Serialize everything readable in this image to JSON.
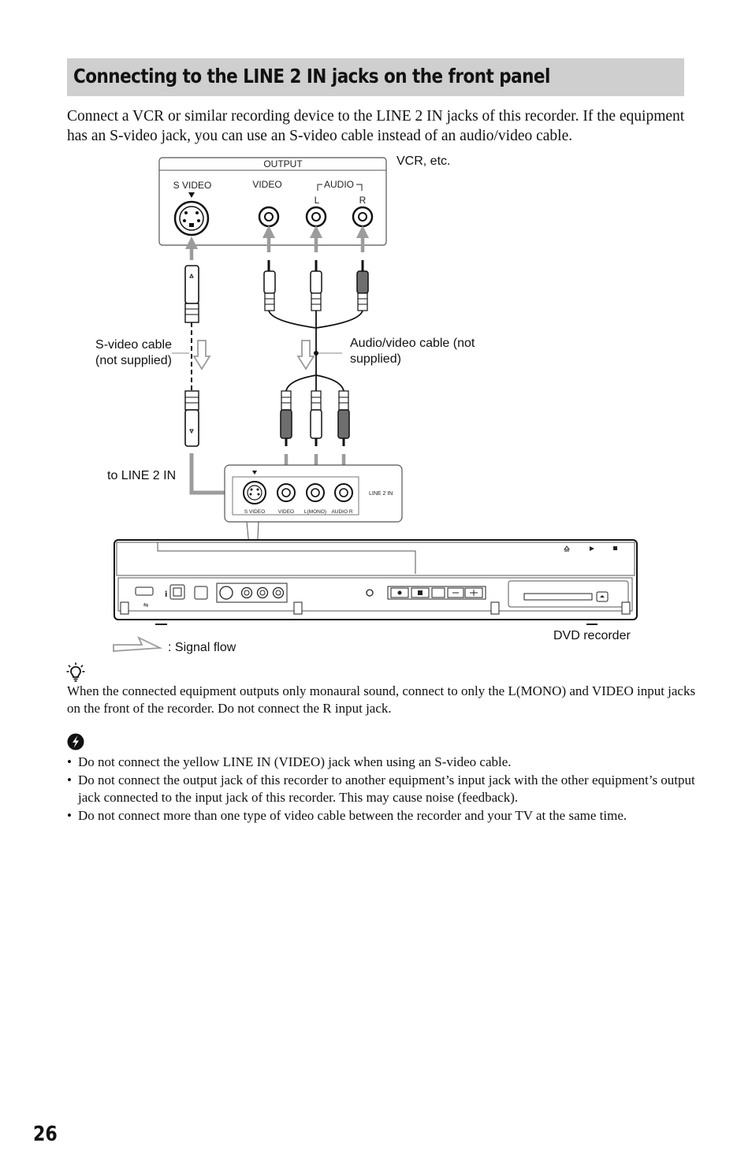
{
  "section": {
    "heading": "Connecting to the LINE 2 IN jacks on the front panel",
    "intro": "Connect a VCR or similar recording device to the LINE 2 IN jacks of this recorder. If the equipment has an S-video jack, you can use an S-video cable instead of an audio/video cable."
  },
  "figure": {
    "vcr_label": "VCR, etc.",
    "output_panel": {
      "title": "OUTPUT",
      "svideo": "S VIDEO",
      "video": "VIDEO",
      "audio": "AUDIO",
      "left": "L",
      "right": "R"
    },
    "svideo_cable_label": "S-video cable (not supplied)",
    "av_cable_label": "Audio/video cable (not supplied)",
    "to_line2_label": "to LINE 2 IN",
    "front_panel": {
      "title": "LINE 2 IN",
      "svideo": "S VIDEO",
      "video": "VIDEO",
      "lmono": "L(MONO)",
      "audio_r": "AUDIO  R"
    },
    "dvd_label": "DVD recorder",
    "signal_flow_label": ": Signal flow"
  },
  "colors": {
    "heading_bar": "#cfcfcf",
    "arrow_gray": "#a0a0a0",
    "plug_dark": "#6e6e6e"
  },
  "tip": {
    "icon": "lightbulb-icon",
    "text": "When the connected equipment outputs only monaural sound, connect to only the L(MONO) and VIDEO input jacks on the front of the recorder. Do not connect the R input jack."
  },
  "notes": {
    "icon": "caution-icon",
    "items": [
      "Do not connect the yellow LINE IN (VIDEO) jack when using an S-video cable.",
      "Do not connect the output jack of this recorder to another equipment’s input jack with the other equipment’s output jack connected to the input jack of this recorder. This may cause noise (feedback).",
      "Do not connect more than one type of video cable between the recorder and your TV at the same time."
    ]
  },
  "page_number": "26"
}
